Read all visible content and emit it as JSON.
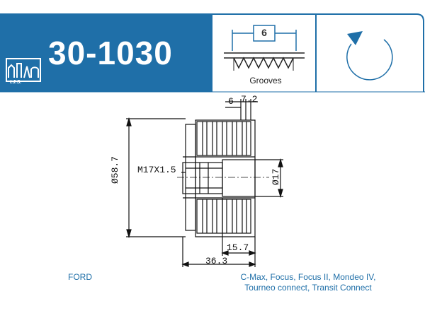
{
  "header": {
    "part_number": "30-1030",
    "logo_text": "I.J.S.",
    "grooves": {
      "count": "6",
      "label": "Grooves"
    }
  },
  "dimensions": {
    "groove_width": "6",
    "overall_face": "7.2",
    "outer_diameter": "Ø58.7",
    "thread": "M17X1.5",
    "bore_diameter": "Ø17",
    "inner_length": "15.7",
    "total_length": "36.3"
  },
  "application": {
    "brand": "FORD",
    "models_line1": "C-Max, Focus, Focus II, Mondeo IV,",
    "models_line2": "Tourneo connect, Transit Connect"
  },
  "colors": {
    "brand_blue": "#1f6fa8",
    "line": "#111111"
  }
}
